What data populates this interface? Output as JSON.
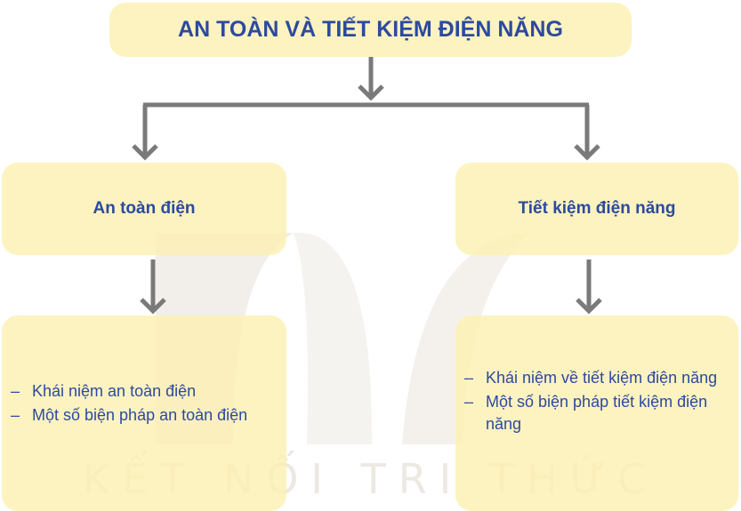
{
  "title": "AN TOÀN VÀ TIẾT KIỆM ĐIỆN NĂNG",
  "branches": [
    {
      "heading": "An toàn điện",
      "items": [
        "Khái niệm an toàn điện",
        "Một số biện pháp an toàn điện"
      ]
    },
    {
      "heading": "Tiết kiệm điện năng",
      "items": [
        "Khái niệm về tiết kiệm điện năng",
        "Một số biện pháp tiết kiệm điện năng"
      ]
    }
  ],
  "bullet": "–",
  "watermark": "KẾT NỐI TRI THỨC",
  "colors": {
    "box_fill": "#fcf0b2",
    "text": "#2c4a9e",
    "arrow": "#7a7a7a",
    "watermark": "#ece8e2"
  }
}
